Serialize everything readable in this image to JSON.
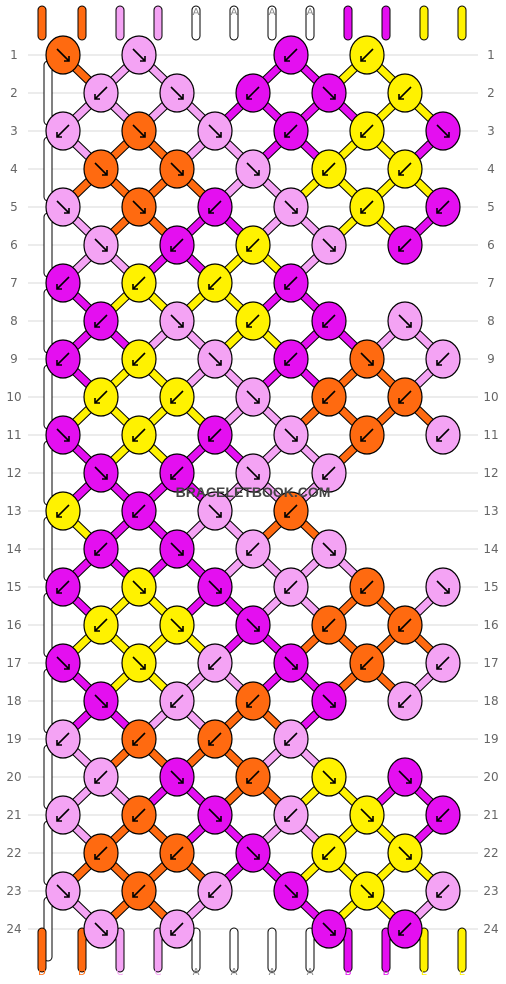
{
  "watermark": "BRACELETBOOK.COM",
  "colors": {
    "D": "#ff6a10",
    "C": "#f4a3f4",
    "A": "#ffffff",
    "B": "#e40ff0",
    "E": "#fff200"
  },
  "strands_top": [
    "D",
    "D",
    "C",
    "C",
    "A",
    "A",
    "A",
    "A",
    "B",
    "B",
    "E",
    "E"
  ],
  "strands_bottom": [
    "D",
    "D",
    "C",
    "C",
    "A",
    "A",
    "A",
    "A",
    "B",
    "B",
    "E",
    "E"
  ],
  "row_labels": [
    "1",
    "2",
    "3",
    "4",
    "5",
    "6",
    "7",
    "8",
    "9",
    "10",
    "11",
    "12",
    "13",
    "14",
    "15",
    "16",
    "17",
    "18",
    "19",
    "20",
    "21",
    "22",
    "23",
    "24"
  ],
  "knots": [
    [
      {
        "c": "D",
        "d": "r"
      },
      {
        "c": "C",
        "d": "r"
      },
      null,
      {
        "c": "B",
        "d": "l"
      },
      {
        "c": "E",
        "d": "l"
      }
    ],
    [
      {
        "c": "C",
        "d": "l"
      },
      {
        "c": "C",
        "d": "r"
      },
      {
        "c": "B",
        "d": "l"
      },
      {
        "c": "B",
        "d": "r"
      },
      {
        "c": "E",
        "d": "l"
      }
    ],
    [
      {
        "c": "C",
        "d": "l"
      },
      {
        "c": "D",
        "d": "r"
      },
      {
        "c": "C",
        "d": "r"
      },
      {
        "c": "B",
        "d": "l"
      },
      {
        "c": "E",
        "d": "l"
      },
      {
        "c": "B",
        "d": "r"
      }
    ],
    [
      {
        "c": "D",
        "d": "r"
      },
      {
        "c": "D",
        "d": "r"
      },
      {
        "c": "C",
        "d": "r"
      },
      {
        "c": "E",
        "d": "l"
      },
      {
        "c": "E",
        "d": "l"
      }
    ],
    [
      {
        "c": "C",
        "d": "r"
      },
      {
        "c": "D",
        "d": "r"
      },
      {
        "c": "B",
        "d": "l"
      },
      {
        "c": "C",
        "d": "r"
      },
      {
        "c": "E",
        "d": "l"
      },
      {
        "c": "B",
        "d": "l"
      }
    ],
    [
      {
        "c": "C",
        "d": "r"
      },
      {
        "c": "B",
        "d": "l"
      },
      {
        "c": "E",
        "d": "l"
      },
      {
        "c": "C",
        "d": "r"
      },
      {
        "c": "B",
        "d": "l"
      }
    ],
    [
      {
        "c": "B",
        "d": "l"
      },
      {
        "c": "E",
        "d": "l"
      },
      {
        "c": "E",
        "d": "l"
      },
      {
        "c": "B",
        "d": "l"
      }
    ],
    [
      {
        "c": "B",
        "d": "l"
      },
      {
        "c": "C",
        "d": "r"
      },
      {
        "c": "E",
        "d": "l"
      },
      {
        "c": "B",
        "d": "l"
      },
      {
        "c": "C",
        "d": "r"
      }
    ],
    [
      {
        "c": "B",
        "d": "l"
      },
      {
        "c": "E",
        "d": "l"
      },
      {
        "c": "C",
        "d": "r"
      },
      {
        "c": "B",
        "d": "l"
      },
      {
        "c": "D",
        "d": "r"
      },
      {
        "c": "C",
        "d": "l"
      }
    ],
    [
      {
        "c": "E",
        "d": "l"
      },
      {
        "c": "E",
        "d": "l"
      },
      {
        "c": "C",
        "d": "r"
      },
      {
        "c": "D",
        "d": "l"
      },
      {
        "c": "D",
        "d": "l"
      }
    ],
    [
      {
        "c": "B",
        "d": "r"
      },
      {
        "c": "E",
        "d": "l"
      },
      {
        "c": "B",
        "d": "l"
      },
      {
        "c": "C",
        "d": "r"
      },
      {
        "c": "D",
        "d": "l"
      },
      {
        "c": "C",
        "d": "l"
      }
    ],
    [
      {
        "c": "B",
        "d": "r"
      },
      {
        "c": "B",
        "d": "l"
      },
      {
        "c": "C",
        "d": "r"
      },
      {
        "c": "C",
        "d": "l"
      }
    ],
    [
      {
        "c": "E",
        "d": "l"
      },
      {
        "c": "B",
        "d": "l"
      },
      {
        "c": "C",
        "d": "r"
      },
      {
        "c": "D",
        "d": "l"
      }
    ],
    [
      {
        "c": "B",
        "d": "l"
      },
      {
        "c": "B",
        "d": "r"
      },
      {
        "c": "C",
        "d": "l"
      },
      {
        "c": "C",
        "d": "r"
      }
    ],
    [
      {
        "c": "B",
        "d": "l"
      },
      {
        "c": "E",
        "d": "r"
      },
      {
        "c": "B",
        "d": "r"
      },
      {
        "c": "C",
        "d": "l"
      },
      {
        "c": "D",
        "d": "l"
      },
      {
        "c": "C",
        "d": "r"
      }
    ],
    [
      {
        "c": "E",
        "d": "l"
      },
      {
        "c": "E",
        "d": "r"
      },
      {
        "c": "B",
        "d": "r"
      },
      {
        "c": "D",
        "d": "l"
      },
      {
        "c": "D",
        "d": "l"
      }
    ],
    [
      {
        "c": "B",
        "d": "r"
      },
      {
        "c": "E",
        "d": "r"
      },
      {
        "c": "C",
        "d": "l"
      },
      {
        "c": "B",
        "d": "r"
      },
      {
        "c": "D",
        "d": "l"
      },
      {
        "c": "C",
        "d": "l"
      }
    ],
    [
      {
        "c": "B",
        "d": "r"
      },
      {
        "c": "C",
        "d": "l"
      },
      {
        "c": "D",
        "d": "l"
      },
      {
        "c": "B",
        "d": "r"
      },
      {
        "c": "C",
        "d": "l"
      }
    ],
    [
      {
        "c": "C",
        "d": "l"
      },
      {
        "c": "D",
        "d": "l"
      },
      {
        "c": "D",
        "d": "l"
      },
      {
        "c": "C",
        "d": "l"
      }
    ],
    [
      {
        "c": "C",
        "d": "l"
      },
      {
        "c": "B",
        "d": "r"
      },
      {
        "c": "D",
        "d": "l"
      },
      {
        "c": "E",
        "d": "r"
      },
      {
        "c": "B",
        "d": "r"
      }
    ],
    [
      {
        "c": "C",
        "d": "l"
      },
      {
        "c": "D",
        "d": "l"
      },
      {
        "c": "B",
        "d": "r"
      },
      {
        "c": "C",
        "d": "l"
      },
      {
        "c": "E",
        "d": "r"
      },
      {
        "c": "B",
        "d": "l"
      }
    ],
    [
      {
        "c": "D",
        "d": "l"
      },
      {
        "c": "D",
        "d": "l"
      },
      {
        "c": "B",
        "d": "r"
      },
      {
        "c": "E",
        "d": "l"
      },
      {
        "c": "E",
        "d": "r"
      }
    ],
    [
      {
        "c": "C",
        "d": "r"
      },
      {
        "c": "D",
        "d": "l"
      },
      {
        "c": "C",
        "d": "l"
      },
      {
        "c": "B",
        "d": "r"
      },
      {
        "c": "E",
        "d": "r"
      },
      {
        "c": "C",
        "d": "l"
      }
    ],
    [
      {
        "c": "C",
        "d": "r"
      },
      {
        "c": "C",
        "d": "l"
      },
      null,
      {
        "c": "B",
        "d": "r"
      },
      {
        "c": "B",
        "d": "l"
      }
    ]
  ]
}
